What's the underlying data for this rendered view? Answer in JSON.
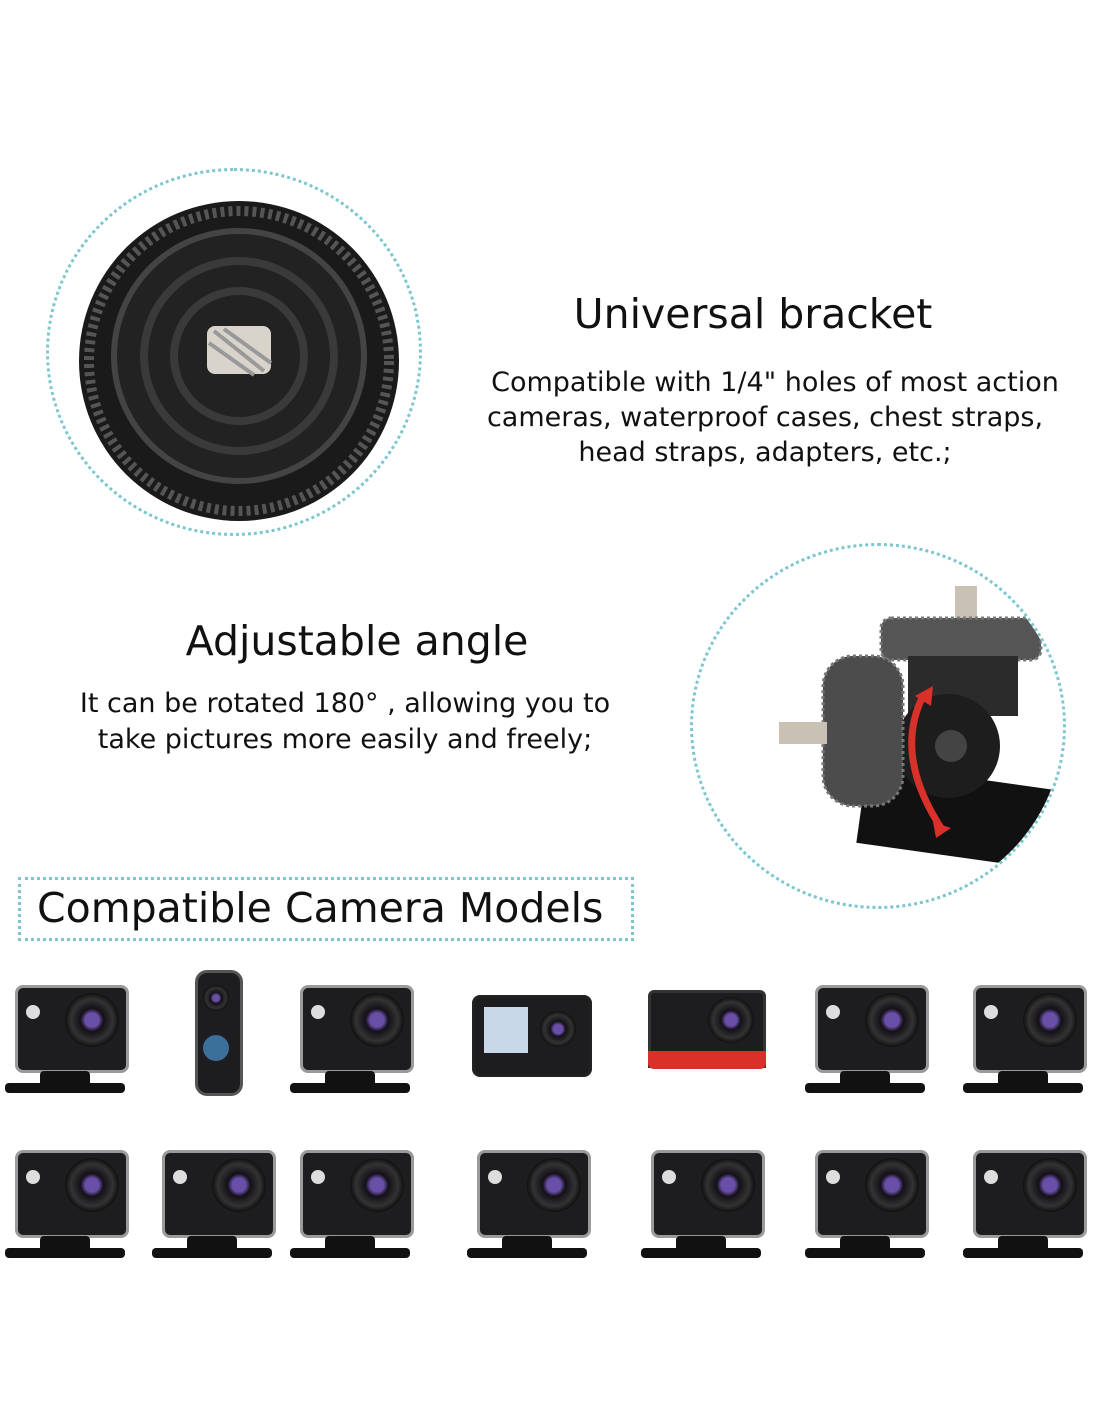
{
  "feature1": {
    "title": "Universal bracket",
    "lines": [
      "Compatible with 1/4\" holes of most action",
      "cameras, waterproof cases, chest straps,",
      "head straps, adapters, etc.;"
    ]
  },
  "feature2": {
    "title": "Adjustable angle",
    "lines": [
      "It can be rotated 180°  , allowing you to",
      "take pictures more easily and freely;"
    ]
  },
  "compat": {
    "title": "Compatible Camera Models"
  },
  "colors": {
    "accent": "#7cc7cf",
    "arrow": "#d9302a"
  }
}
